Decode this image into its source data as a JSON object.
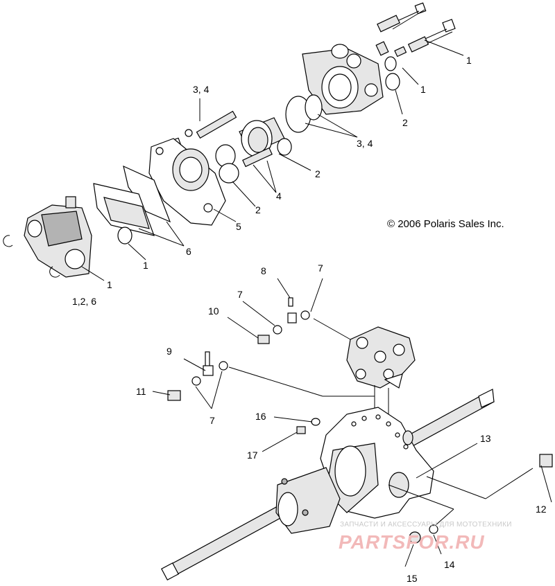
{
  "copyright": "© 2006 Polaris Sales Inc.",
  "watermark": {
    "tagline": "ЗАПЧАСТИ И АКСЕССУАРЫ ДЛЯ МОТОТЕХНИКИ",
    "brand": "PARTSFOR.RU"
  },
  "callouts": [
    {
      "id": "c1a",
      "text": "1"
    },
    {
      "id": "c1b",
      "text": "1"
    },
    {
      "id": "c2a",
      "text": "2"
    },
    {
      "id": "c34a",
      "text": "3, 4"
    },
    {
      "id": "c34b",
      "text": "3, 4"
    },
    {
      "id": "c2b",
      "text": "2"
    },
    {
      "id": "c4",
      "text": "4"
    },
    {
      "id": "c2c",
      "text": "2"
    },
    {
      "id": "c5",
      "text": "5"
    },
    {
      "id": "c6",
      "text": "6"
    },
    {
      "id": "c1c",
      "text": "1"
    },
    {
      "id": "c1d",
      "text": "1"
    },
    {
      "id": "c126",
      "text": "1,2, 6"
    },
    {
      "id": "c8",
      "text": "8"
    },
    {
      "id": "c7a",
      "text": "7"
    },
    {
      "id": "c7b",
      "text": "7"
    },
    {
      "id": "c10",
      "text": "10"
    },
    {
      "id": "c9",
      "text": "9"
    },
    {
      "id": "c11",
      "text": "11"
    },
    {
      "id": "c7c",
      "text": "7"
    },
    {
      "id": "c16",
      "text": "16"
    },
    {
      "id": "c17",
      "text": "17"
    },
    {
      "id": "c13",
      "text": "13"
    },
    {
      "id": "c12",
      "text": "12"
    },
    {
      "id": "c14",
      "text": "14"
    },
    {
      "id": "c15",
      "text": "15"
    }
  ]
}
